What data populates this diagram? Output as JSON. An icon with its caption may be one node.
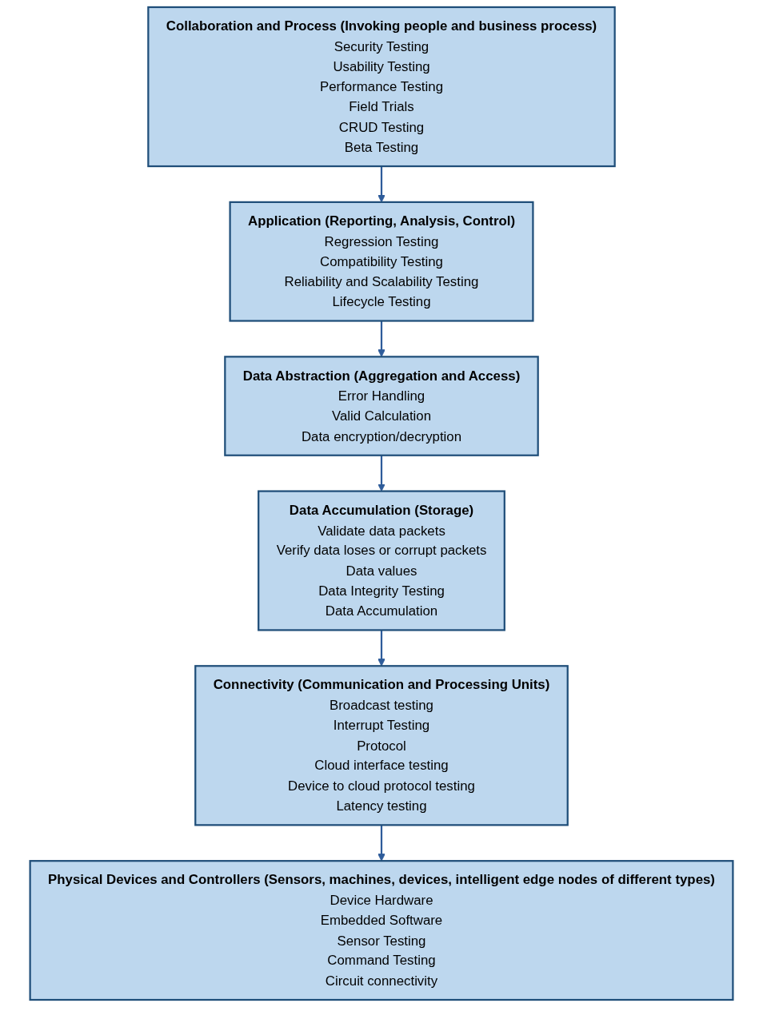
{
  "diagram": {
    "nodes": [
      {
        "text": [
          "Collaboration and Process (Invoking people and business process)",
          "Security Testing",
          "Usability Testing",
          "Performance Testing",
          "Field Trials",
          "CRUD Testing",
          "Beta Testing"
        ]
      },
      {
        "text": [
          "Application (Reporting, Analysis, Control)",
          "Regression Testing",
          "Compatibility Testing",
          "Reliability and Scalability Testing",
          "Lifecycle Testing"
        ]
      },
      {
        "text": [
          "Data Abstraction (Aggregation and Access)",
          "Error Handling",
          "Valid Calculation",
          "Data encryption/decryption"
        ]
      },
      {
        "text": [
          "Data Accumulation (Storage)",
          "Validate data packets",
          "Verify data loses or corrupt packets",
          "Data values",
          "Data Integrity Testing",
          "Data Accumulation"
        ]
      },
      {
        "text": [
          "Connectivity (Communication and Processing Units)",
          "Broadcast testing",
          "Interrupt Testing",
          "Protocol",
          "Cloud interface testing",
          "Device to cloud protocol testing",
          "Latency testing"
        ]
      },
      {
        "text": [
          "Physical Devices and Controllers (Sensors, machines, devices, intelligent edge nodes of different types)",
          "Device Hardware",
          "Embedded Software",
          "Sensor Testing",
          "Command Testing",
          "Circuit connectivity"
        ]
      }
    ],
    "edges": [
      {
        "from": 0,
        "to": 1,
        "arrow": "to"
      },
      {
        "from": 1,
        "to": 2,
        "arrow": "to"
      },
      {
        "from": 2,
        "to": 3,
        "arrow": "to"
      },
      {
        "from": 3,
        "to": 4,
        "arrow": "to"
      },
      {
        "from": 4,
        "to": 5,
        "arrow": "to"
      }
    ]
  }
}
